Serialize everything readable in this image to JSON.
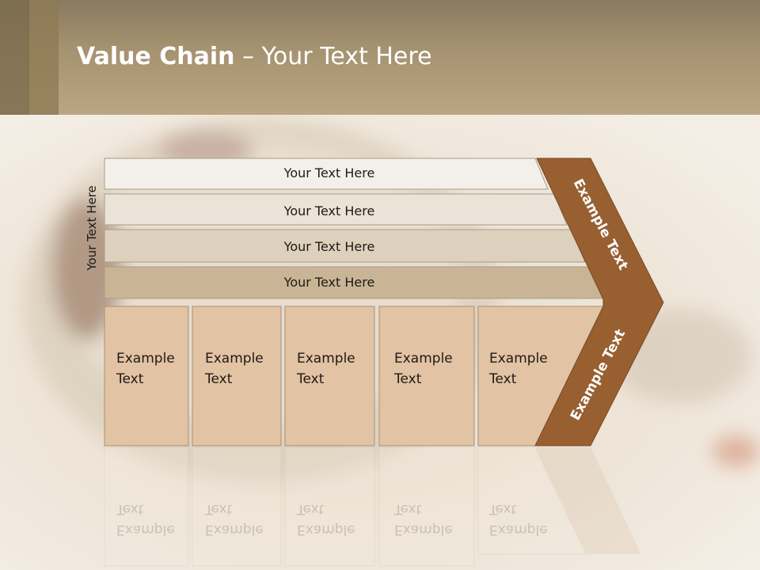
{
  "slide": {
    "title_bold": "Value Chain",
    "title_rest": " – Your Text Here",
    "side_label": "Your Text Here",
    "rows": [
      "Your Text Here",
      "Your Text Here",
      "Your Text Here",
      "Your Text Here"
    ],
    "cells": [
      {
        "line1": "Example",
        "line2": "Text"
      },
      {
        "line1": "Example",
        "line2": "Text"
      },
      {
        "line1": "Example",
        "line2": "Text"
      },
      {
        "line1": "Example",
        "line2": "Text"
      },
      {
        "line1": "Example",
        "line2": "Text"
      }
    ],
    "chevron_top_label": "Example Text",
    "chevron_bottom_label": "Example Text"
  },
  "colors": {
    "header": "#a4916f",
    "row1": "#f3f0ea",
    "row2": "#ebe3d7",
    "row3": "#ddd0bd",
    "row4": "#c9b596",
    "cell": "#e2c3a3",
    "chevron": "#985f31"
  }
}
